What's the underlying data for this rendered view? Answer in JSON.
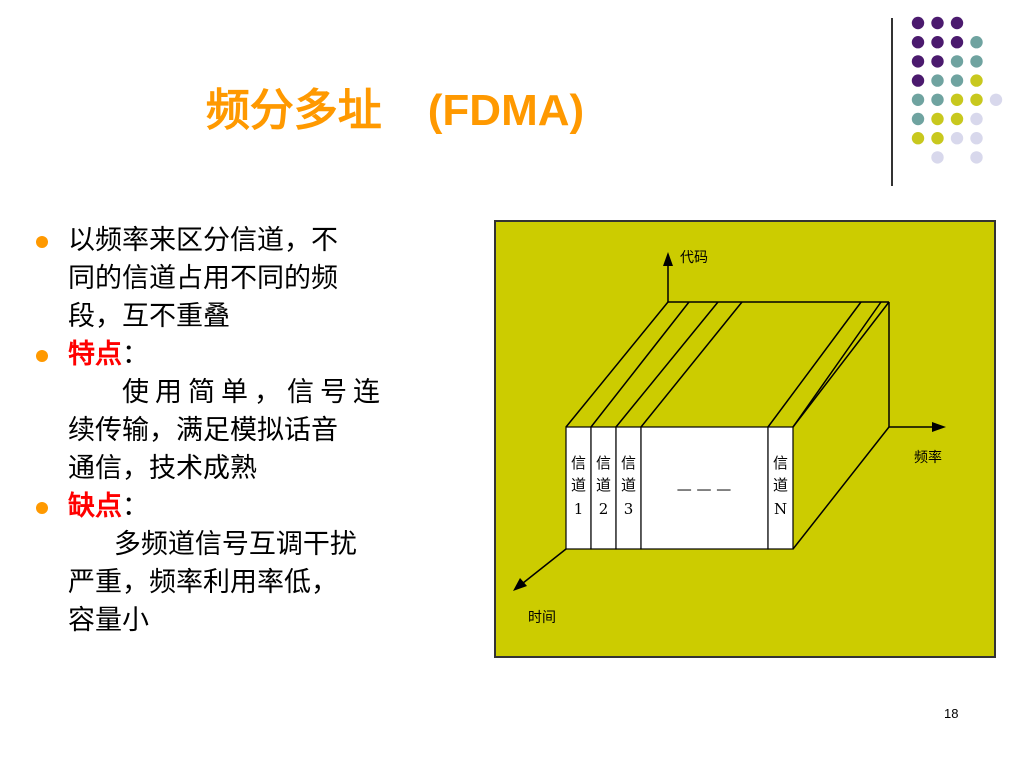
{
  "slide": {
    "title_cn": "频分多址",
    "title_en": "(FDMA)",
    "page_number": "18"
  },
  "bullets": {
    "b1_l1": "以频率来区分信道，不",
    "b1_l2": "同的信道占用不同的频",
    "b1_l3": "段，互不重叠",
    "b2_label": "特点",
    "b2_colon": "：",
    "b2_l1": "使用简单，信号连",
    "b2_l2": "续传输，满足模拟话音",
    "b2_l3": "通信，技术成熟",
    "b3_label": "缺点",
    "b3_colon": "：",
    "b3_l1": "多频道信号互调干扰",
    "b3_l2": "严重，频率利用率低，",
    "b3_l3": "容量小"
  },
  "diagram": {
    "axis_code": "代码",
    "axis_freq": "频率",
    "axis_time": "时间",
    "ch1_a": "信",
    "ch1_b": "道",
    "ch1_c": "1",
    "ch2_a": "信",
    "ch2_b": "道",
    "ch2_c": "2",
    "ch3_a": "信",
    "ch3_b": "道",
    "ch3_c": "3",
    "ellipsis": "— — —",
    "chn_a": "信",
    "chn_b": "道",
    "chn_c": "N"
  },
  "colors": {
    "title": "#ff9900",
    "bullet": "#ff9900",
    "highlight": "#ff0000",
    "diagram_bg": "#cccc00",
    "dot_purple": "#4b1a6e",
    "dot_teal": "#6fa3a0",
    "dot_yellow": "#c8c81e",
    "dot_lavender": "#d8d8ec"
  }
}
